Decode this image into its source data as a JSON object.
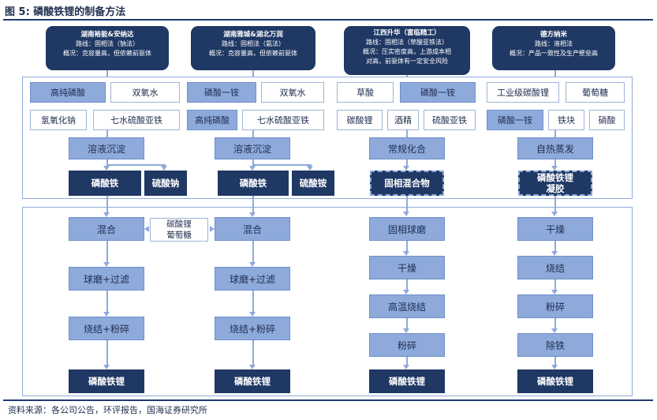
{
  "figure": {
    "title": "图 5:  磷酸铁锂的制备方法",
    "source": "资料来源：各公司公告，环评报告，国海证券研究所"
  },
  "columns": [
    {
      "header": {
        "company": "湖南裕能&安纳达",
        "route": "路线：固相法（钠法）",
        "profile": "概况：克容量高，但依赖前驱体"
      },
      "materials": [
        "高纯磷酸",
        "双氧水",
        "氢氧化钠",
        "七水硫酸亚铁"
      ],
      "process1": "溶液沉淀",
      "products": [
        "磷酸铁",
        "硫酸钠"
      ],
      "steps": [
        "混合",
        "球磨+过滤",
        "烧结+粉碎"
      ],
      "final": "磷酸铁锂"
    },
    {
      "header": {
        "company": "湖南雅城&湖北万润",
        "route": "路线：固相法（氨法）",
        "profile": "概况：克容量高，但依赖前驱体"
      },
      "materials": [
        "磷酸一铵",
        "双氧水",
        "高纯磷酸",
        "七水硫酸亚铁"
      ],
      "process1": "溶液沉淀",
      "products": [
        "磷酸铁",
        "硫酸铵"
      ],
      "steps": [
        "混合",
        "球磨+过滤",
        "烧结+粉碎"
      ],
      "final": "磷酸铁锂"
    },
    {
      "header": {
        "company": "江西升华（富临精工）",
        "route": "路线：固相法（草酸亚铁法）",
        "profile": "概况：压实密度高，上游成本相",
        "profile2": "对高，前驱体有一定安全风险"
      },
      "materials": [
        "草酸",
        "磷酸一铵",
        "碳酸锂",
        "酒精",
        "硫酸亚铁"
      ],
      "process1": "常规化合",
      "products": [
        "固相混合物"
      ],
      "steps": [
        "固相球磨",
        "干燥",
        "高温烧结",
        "粉碎"
      ],
      "final": "磷酸铁锂"
    },
    {
      "header": {
        "company": "德方纳米",
        "route": "路线：液相法",
        "profile": "概况：产品一致性及生产壁垒高"
      },
      "materials": [
        "工业级碳酸锂",
        "葡萄糖",
        "磷酸一铵",
        "铁块",
        "硝酸"
      ],
      "process1": "自热蒸发",
      "products": [
        "磷酸铁锂凝胶"
      ],
      "steps": [
        "干燥",
        "烧结",
        "粉碎",
        "除铁"
      ],
      "final": "磷酸铁锂"
    }
  ],
  "shared_input": {
    "line1": "碳酸锂",
    "line2": "葡萄糖"
  },
  "colors": {
    "dark_navy": "#1f3864",
    "light_blue": "#8eaadb",
    "text": "#1f2d4e"
  }
}
